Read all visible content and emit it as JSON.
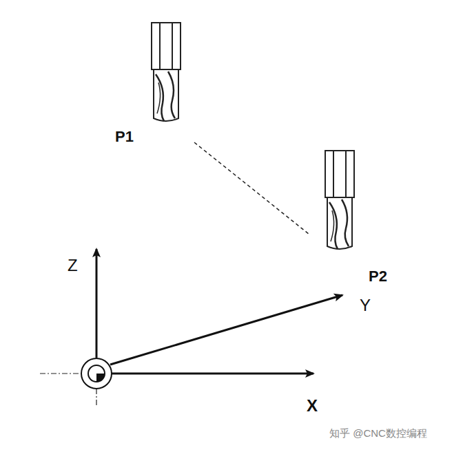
{
  "diagram": {
    "labels": [
      "P1",
      "P2",
      "Z",
      "Y",
      "X",
      "知乎 @CNC数控编程"
    ]
  }
}
